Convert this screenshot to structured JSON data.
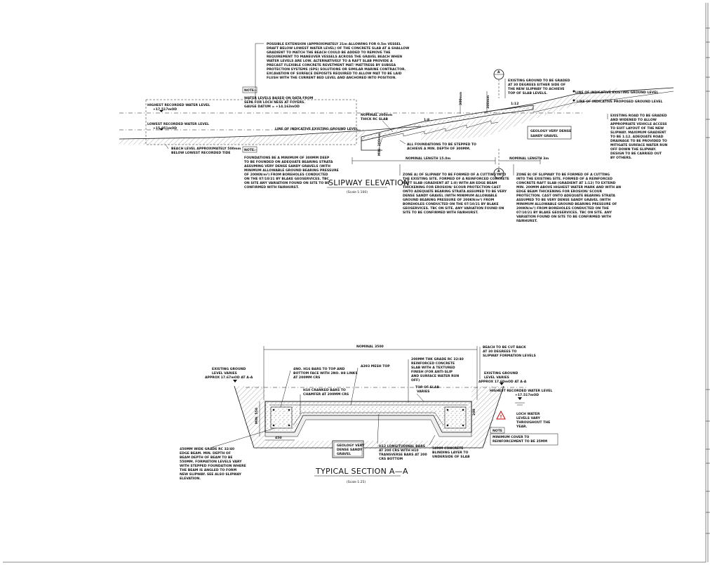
{
  "elevation": {
    "title": "SLIPWAY ELEVATION",
    "scale": "(Scale 1:100)",
    "extension_note": [
      "POSSIBLE EXTENSION (APPROXIMATELY 21m ALLOWING FOR 0.5m VESSEL",
      "DRAFT BELOW LOWEST WATER LEVEL) OF THE CONCRETE SLAB AT A SHALLOW",
      "GRADIENT TO MATCH THE BEACH COULD BE ADDED TO REMOVE THE",
      "REQUIREMENT TO MANEUVER VESSELS ACROSS THE GRAVEL BEACH WHEN",
      "WATER LEVELS ARE LOW. ALTERNATIVELY TO A RAFT SLAB PROVIDE A",
      "PRECAST FLEXIBLE CONCRETE REVETMENT MAT/ MATTRESS BY SUBSEA",
      "PROTECTION SYSTEMS (SPS) SOLUTIONS OR SIMILAR MARINE CONTRACTOR.",
      "EXCAVATION OF SURFACE DEPOSITS REQUIRED TO ALLOW MAT TO BE LAID",
      "FLUSH WITH THE CURRENT BED LEVEL AND ANCHORED INTO POSITION."
    ],
    "note_water_heading": "NOTE:-",
    "note_water": [
      "WATER LEVELS BASED ON DATA FROM",
      "SEPA FOR LOCH NESS AT FOYERS.",
      "GAUGE DATUM = +14.163mOD"
    ],
    "highest_water": [
      "HIGHEST RECORDED WATER LEVEL",
      "+17.517mOD"
    ],
    "lowest_water": [
      "LOWEST RECORDED WATER LEVEL",
      "+15.851mOD"
    ],
    "beach_level": [
      "BEACH LEVEL APPROXIMATELY 500mm",
      "BELOW LOWEST RECORDED TIDE"
    ],
    "note_foundation_heading": "NOTE:-",
    "note_foundation": [
      "FOUNDATIONS BE A MINIMUM OF 300MM DEEP",
      "TO BE FOUNDED ON ADEQUATE BEARING STRATA",
      "ASSUMING VERY DENSE SANDY GRAVELS (WITH",
      "MINIMUM ALLOWABLE GROUND BEARING PRESSURE",
      "OF 200KN/m²) FROM BOREHOLES CONDUCTED",
      "ON THE 07/10/21 BY BLAKE GEOSERVICES. TBC",
      "ON SITE ANY VARIATION FOUND ON SITE TO BE",
      "CONFIRMED WITH FAIRHURST."
    ],
    "existing_ground_line": "LINE OF INDICATIVE EXISTING GROUND LEVEL",
    "existing_ground_line_right": "LINE OF INDICATIVE EXISTING GROUND LEVEL",
    "proposed_ground_line": "LINE OF INDICATIVE PROPOSED GROUND LEVEL",
    "rc_slab": [
      "NOMINAL 200mm",
      "THICK RC SLAB"
    ],
    "gradient_left": "1:8",
    "gradient_right": "1:12",
    "dim_300_a": "300mm",
    "dim_300_b": "300mm",
    "dim_300_left": "MIN. 300mm",
    "foundation_step": [
      "ALL FOUNDATIONS TO BE STEPPED TO",
      "ACHIEVE A MIN. DEPTH OF 300MM."
    ],
    "geology_box": [
      "GEOLOGY VERY DENSE",
      "SANDY GRAVEL"
    ],
    "length_left": "NOMINAL LENGTH 15.0m",
    "length_right": "NOMINAL LENGTH 3m",
    "grade_note": [
      "EXISTING GROUND TO BE GRADED",
      "AT 30 DEGREES EITHER SIDE OF",
      "THE NEW SLIPWAY TO ACHIEVE",
      "TOP OF SLAB LEVELS."
    ],
    "road_note": [
      "EXISTING ROAD TO BE GRADED",
      "AND WIDENED TO ALLOW",
      "APPROPRIATE VEHICLE ACCESS",
      "TO SUIT LAYOUT OF THE NEW",
      "SLIPWAY. MAXIMUM GRADIENT",
      "TO BE 1:12. ADEQUATE ROAD",
      "DRAINAGE TO BE PROVIDED TO",
      "MITIGATE SURFACE WATER RUN",
      "OFF DOWN THE SLIPWAY.",
      "DESIGN TO BE CARRIED OUT",
      "BY OTHERS."
    ],
    "zone_a": [
      "ZONE A) OF SLIPWAY TO BE FORMED OF A CUTTING INTO",
      "THE EXISTING SITE. FORMED OF A REINFORCED CONCRETE",
      "RAFT SLAB (GRADIENT AT 1:8) WITH AN EDGE BEAM",
      "THICKENING FOR EROSION/ SCOUR PROTECTION CAST",
      "ONTO ADEQUATE BEARING STRATA ASSUMED TO BE VERY",
      "DENSE SANDY GRAVEL (WITH MINIMUM ALLOWABLE",
      "GROUND BEARING PRESSURE OF 200KN/m²) FROM",
      "BOREHOLES CONDUCTED ON THE 07/10/21 BY BLAKE",
      "GEOSERVICES. TBC ON SITE. ANY VARIATION FOUND ON",
      "SITE TO BE CONFIRMED WITH FAIRHURST."
    ],
    "zone_b": [
      "ZONE B) OF SLIPWAY TO BE FORMED OF A CUTTING",
      "INTO THE EXISTING SITE. FORMED OF A REINFORCED",
      "CONCRETE RAFT SLAB (GRADIENT AT 1:12) TO EXTEND",
      "MIN. 200MM ABOVE HIGHEST WATER MARK AND WITH AN",
      "EDGE BEAM THICKENING FOR EROSION/ SCOUR",
      "PROTECTION. CAST ONTO ADEQUATE BEARING STRATA",
      "ASSUMED TO BE VERY DENSE SANDY GRAVEL (WITH",
      "MINIMUM ALLOWABLE GROUND BEARING PRESSURE OF",
      "200KN/m²) FROM BOREHOLES CONDUCTED ON THE",
      "07/10/21 BY BLAKE GEOSERVICES. TBC ON SITE. ANY",
      "VARIATION FOUND ON SITE TO BE CONFIRMED WITH",
      "FAIRHURST."
    ],
    "section_marker_top": "A",
    "section_marker_bottom": "A"
  },
  "section": {
    "title": "TYPICAL SECTION A—A",
    "scale": "(Scale 1:25)",
    "nominal_width": "NOMINAL 3500",
    "existing_ground_left": [
      "EXISTING GROUND",
      "LEVEL VARIES",
      "APPROX 17.67mOD AT A-A"
    ],
    "existing_ground_right": [
      "EXISTING GROUND",
      "LEVEL VARIES",
      "APPROX 17.60mOD AT A-A"
    ],
    "beach_cut": [
      "BEACH TO BE CUT BACK",
      "AT 30 DEGREES TO",
      "SLIPWAY FORMATION LEVELS"
    ],
    "bars_note": [
      "4NO. H16 BARS TO TOP AND",
      "BOTTOM FACE WITH 2NO. H8 LINKS",
      "AT 200MM CRS"
    ],
    "mesh_note": "A393 MESH TOP",
    "slab_note": [
      "200MM THK GRADE RC 32/40",
      "REINFORCED CONCRETE",
      "SLAB WITH A TEXTURED",
      "FINISH (FOR ANTI-SLIP",
      "AND SURFACE WATER RUN",
      "OFF)"
    ],
    "cranked_note": [
      "H10 CRANKED BARS TO",
      "CHAMFER AT 200MM CRS"
    ],
    "top_of_slab": [
      "TOP OF SLAB",
      "VARIES"
    ],
    "highest_water": [
      "HIGHEST RECORDED WATER LEVEL",
      "+17.517mOD"
    ],
    "loch_warning": [
      "LOCH WATER",
      "LEVELS VARY",
      "THROUGHOUT THE",
      "YEAR."
    ],
    "note_heading": "NOTE",
    "cover_note": [
      "MINIMUM COVER TO",
      "REINFORCEMENT TO BE 35MM"
    ],
    "edge_beam_note": [
      "450MM WIDE GRADE RC 32/40",
      "EDGE BEAM. MIN. DEPTH OF",
      "BEAM DEPTH OF BEAM TO BE",
      "550MM. FORMATION LEVELS VARY",
      "WITH STEPPED FOUNDATION WHERE",
      "THE BEAM IS ANGLED TO FORM",
      "NEW SLIPWAY. SEE ALSO SLIPWAY",
      "ELEVATION."
    ],
    "geology_box": [
      "GEOLOGY VERY",
      "DENSE SANDY",
      "GRAVEL"
    ],
    "h12_note": [
      "H12 LONGITUDINAL BARS",
      "AT 200 CRS WITH H10",
      "TRANSVERSE BARS AT 200",
      "CRS BOTTOM"
    ],
    "blinding_note": [
      "50MM CONCRETE",
      "BLINDING LAYER TO",
      "UNDERSIDE OF SLAB"
    ],
    "dim_450": "450",
    "dim_min550": "MIN. 550",
    "dim_200": "200"
  }
}
